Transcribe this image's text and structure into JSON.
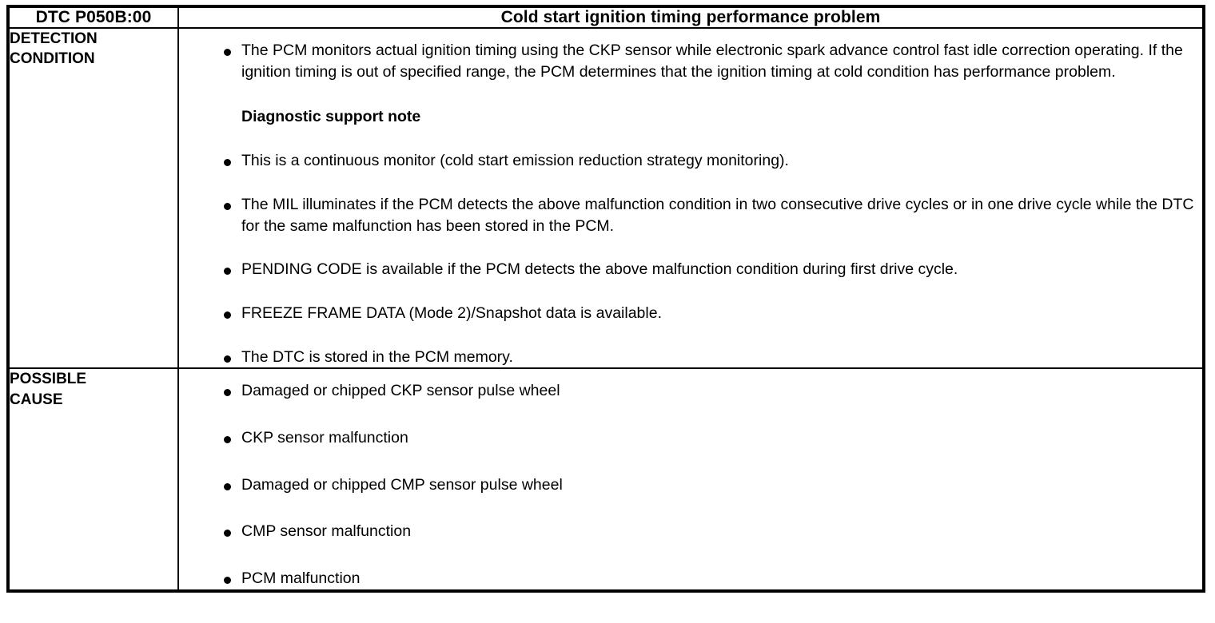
{
  "header": {
    "code_label": "DTC P050B:00",
    "title": "Cold start ignition timing performance problem"
  },
  "rows": [
    {
      "label": "DETECTION\nCONDITION",
      "items": [
        {
          "type": "bullet",
          "text": "The PCM monitors actual ignition timing using the CKP sensor while electronic spark advance control fast idle correction operating. If the ignition timing is out of specified range, the PCM determines that the ignition timing at cold condition has performance problem."
        },
        {
          "type": "note",
          "text": "Diagnostic support note"
        },
        {
          "type": "bullet",
          "text": "This is a continuous monitor (cold start emission reduction strategy monitoring)."
        },
        {
          "type": "bullet",
          "text": "The MIL illuminates if the PCM detects the above malfunction condition in two consecutive drive cycles or in one drive cycle while the DTC for the same malfunction has been stored in the PCM."
        },
        {
          "type": "bullet",
          "text": "PENDING CODE is available if the PCM detects the above malfunction condition during first drive cycle."
        },
        {
          "type": "bullet",
          "text": "FREEZE FRAME DATA (Mode 2)/Snapshot data is available."
        },
        {
          "type": "bullet",
          "text": "The DTC is stored in the PCM memory."
        }
      ]
    },
    {
      "label": "POSSIBLE\nCAUSE",
      "items": [
        {
          "type": "bullet",
          "text": "Damaged or chipped CKP sensor pulse wheel"
        },
        {
          "type": "bullet",
          "text": "CKP sensor malfunction"
        },
        {
          "type": "bullet",
          "text": "Damaged or chipped CMP sensor pulse wheel"
        },
        {
          "type": "bullet",
          "text": "CMP sensor malfunction"
        },
        {
          "type": "bullet",
          "text": "PCM malfunction"
        }
      ]
    }
  ],
  "colors": {
    "ink": "#000000",
    "paper": "#ffffff"
  }
}
